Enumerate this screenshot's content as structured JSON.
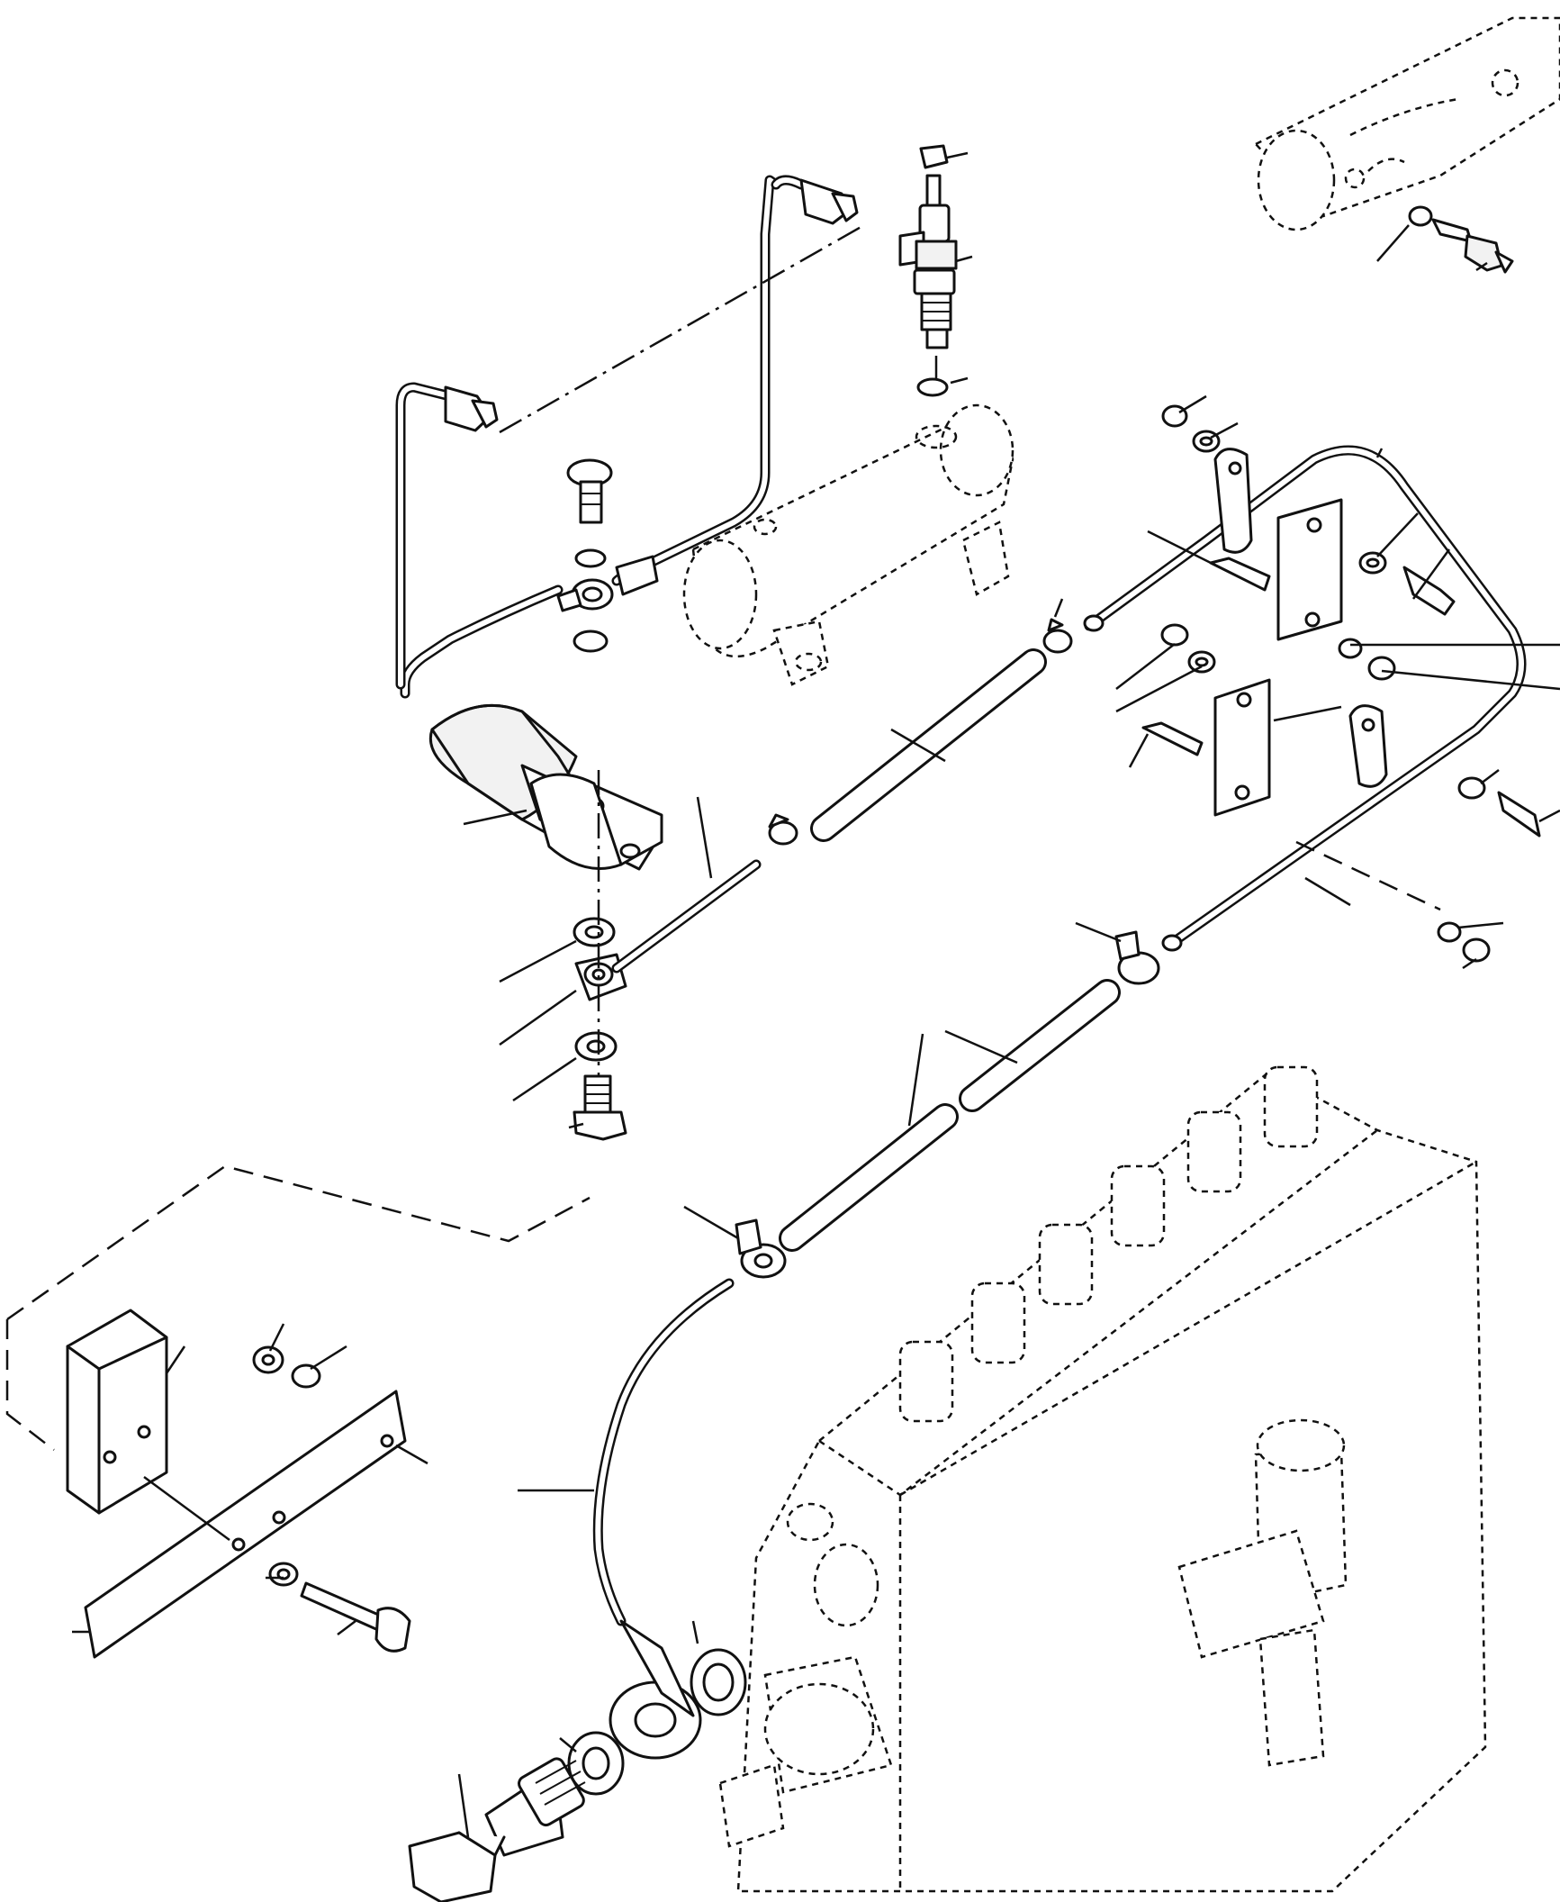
{
  "diagram": {
    "kind": "exploded parts diagram",
    "callout_numbers_visible": false,
    "colors": {
      "ink": "#111111",
      "paper": "#ffffff"
    },
    "components": [
      {
        "name": "filter-head-ghost",
        "style": "hidden-outline"
      },
      {
        "name": "sender-fitting",
        "style": "solid"
      },
      {
        "name": "cylinder-ghost",
        "style": "hidden-outline"
      },
      {
        "name": "injection-pump-ghost",
        "style": "hidden-outline"
      },
      {
        "name": "fuel-filter",
        "style": "solid"
      },
      {
        "name": "pipe-loop",
        "style": "solid"
      },
      {
        "name": "hoses",
        "style": "solid"
      },
      {
        "name": "clamps",
        "style": "solid"
      },
      {
        "name": "brackets",
        "style": "solid"
      },
      {
        "name": "banjo-bolts",
        "style": "solid"
      },
      {
        "name": "washers-nuts",
        "style": "solid"
      }
    ]
  }
}
